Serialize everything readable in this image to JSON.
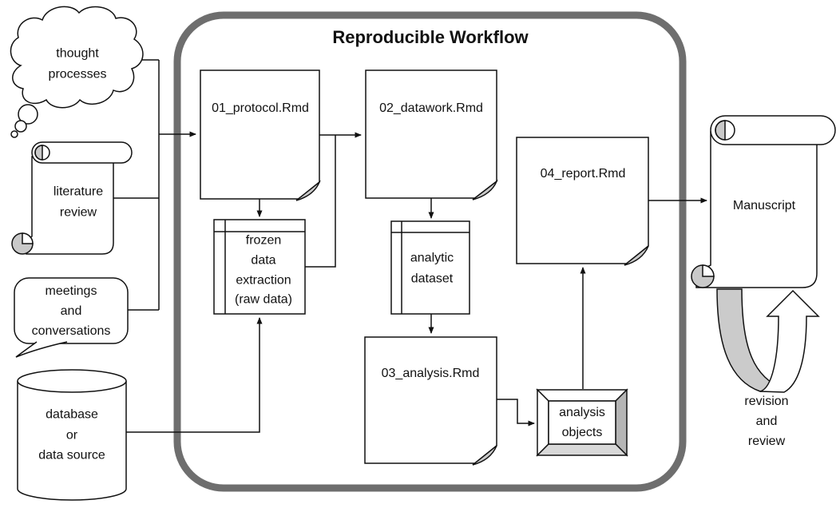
{
  "diagram": {
    "title": "Reproducible Workflow",
    "inputs": {
      "thought": "thought\nprocesses",
      "literature": "literature\nreview",
      "meetings": "meetings\nand\nconversations",
      "database": "database\nor\ndata source"
    },
    "workflow": {
      "protocol": "01_protocol.Rmd",
      "datawork": "02_datawork.Rmd",
      "frozen": "frozen\ndata\nextraction\n(raw data)",
      "analytic": "analytic\ndataset",
      "analysis": "03_analysis.Rmd",
      "report": "04_report.Rmd",
      "objects": "analysis\nobjects"
    },
    "outputs": {
      "manuscript": "Manuscript",
      "revision": "revision\nand\nreview"
    },
    "colors": {
      "container_border": "#6e6e6e",
      "shape_stroke": "#1a1a1a",
      "fold_gray": "#c9c9c9",
      "frame_side_gray": "#b5b5b5",
      "frame_bottom_gray": "#d8d8d8",
      "ribbon_gray": "#cbcbcb",
      "shape_fill": "#ffffff"
    }
  }
}
